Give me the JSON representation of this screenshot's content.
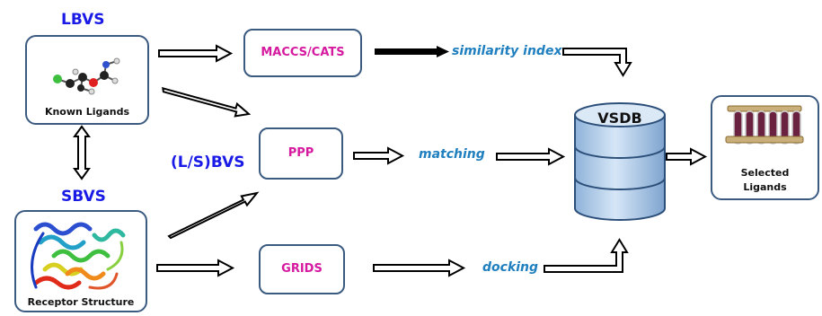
{
  "headings": {
    "lbvs": "LBVS",
    "sbvs": "SBVS",
    "lsbvs": "(L/S)BVS"
  },
  "boxes": {
    "known_ligands": "Known Ligands",
    "receptor_structure": "Receptor Structure",
    "maccs": "MACCS/CATS",
    "ppp": "PPP",
    "grids": "GRIDS",
    "vsdb": "VSDB",
    "selected_ligands_line1": "Selected",
    "selected_ligands_line2": "Ligands"
  },
  "flow_labels": {
    "similarity": "similarity index",
    "matching": "matching",
    "docking": "docking"
  },
  "colors": {
    "heading": "#1a1ae6",
    "flow_label": "#1f7fbf",
    "box_label": "#d61aa0",
    "box_border": "#3a5a80",
    "database": "#a9c8e8",
    "tubes": "#6b2140"
  }
}
